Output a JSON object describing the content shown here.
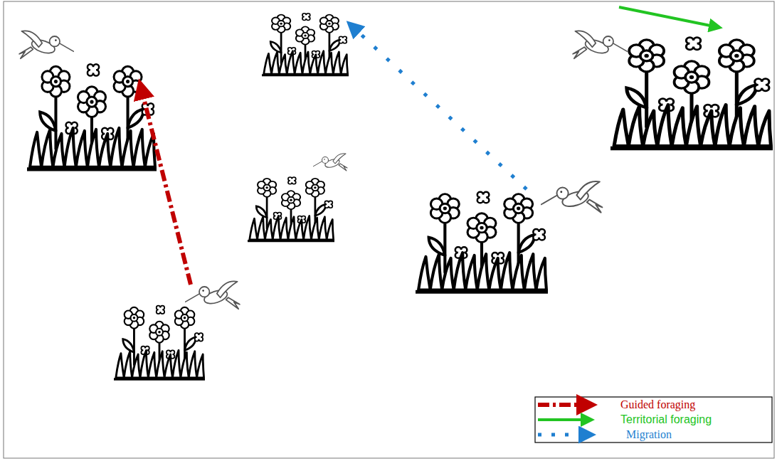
{
  "diagram": {
    "legend": [
      {
        "text": "Guided foraging"
      },
      {
        "text": "Territorial foraging"
      },
      {
        "text": "Migration"
      }
    ]
  }
}
